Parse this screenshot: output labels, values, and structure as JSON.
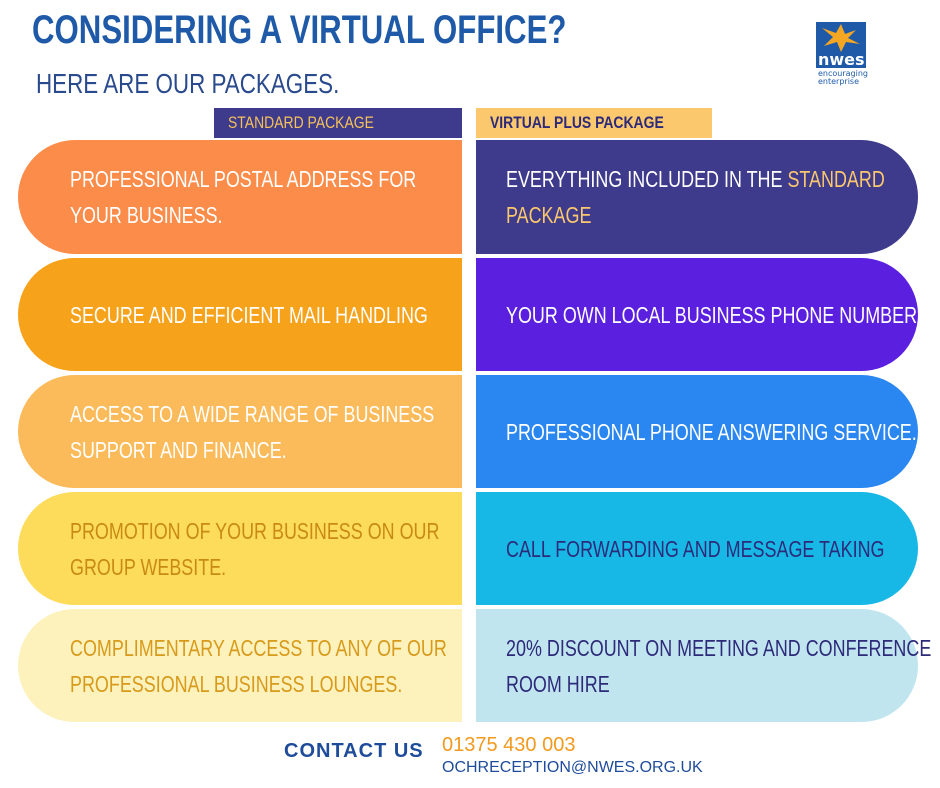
{
  "title": "CONSIDERING A VIRTUAL OFFICE?",
  "subtitle": "HERE ARE OUR PACKAGES.",
  "logo": {
    "word": "nwes",
    "tagline_1": "encouraging",
    "tagline_2": "enterprise",
    "icon": "star-pinwheel-icon",
    "colors": {
      "box": "#1e5aa8",
      "star": "#f5a623"
    }
  },
  "headers": {
    "standard": "STANDARD PACKAGE",
    "virtual_plus": "VIRTUAL PLUS PACKAGE"
  },
  "standard_items": [
    {
      "lines": [
        "PROFESSIONAL POSTAL ADDRESS FOR",
        "YOUR BUSINESS."
      ],
      "bg": "#fb8c4a",
      "fg": "#ffffff"
    },
    {
      "lines": [
        "SECURE AND EFFICIENT MAIL HANDLING"
      ],
      "bg": "#f6a21b",
      "fg": "#ffffff"
    },
    {
      "lines": [
        "ACCESS TO A WIDE RANGE OF BUSINESS",
        "SUPPORT AND FINANCE."
      ],
      "bg": "#fbbb5a",
      "fg": "#ffffff"
    },
    {
      "lines": [
        "PROMOTION OF YOUR BUSINESS ON OUR",
        "GROUP WEBSITE."
      ],
      "bg": "#fddc5c",
      "fg": "#c98a12"
    },
    {
      "lines": [
        "COMPLIMENTARY ACCESS TO ANY OF OUR",
        "PROFESSIONAL BUSINESS LOUNGES."
      ],
      "bg": "#fdf1bc",
      "fg": "#d89a1a"
    }
  ],
  "virtual_plus_items": [
    {
      "line1_prefix": "EVERYTHING INCLUDED IN THE ",
      "line1_highlight": "STANDARD",
      "line2": "PACKAGE",
      "bg": "#3e3a8c",
      "fg": "#ffffff",
      "highlight": "#fbc86d"
    },
    {
      "lines": [
        "YOUR OWN LOCAL BUSINESS PHONE NUMBER."
      ],
      "bg": "#5b1fe0",
      "fg": "#ffffff"
    },
    {
      "lines": [
        "PROFESSIONAL PHONE ANSWERING SERVICE."
      ],
      "bg": "#2a86f0",
      "fg": "#ffffff"
    },
    {
      "lines": [
        "CALL FORWARDING AND MESSAGE TAKING"
      ],
      "bg": "#17b8e6",
      "fg": "#2d2a7a"
    },
    {
      "lines": [
        "20% DISCOUNT ON MEETING AND CONFERENCE",
        "ROOM HIRE"
      ],
      "bg": "#c1e5ef",
      "fg": "#2d2a7a"
    }
  ],
  "contact": {
    "label": "CONTACT  US",
    "phone": "01375 430 003",
    "email": "OCHRECEPTION@NWES.ORG.UK"
  }
}
